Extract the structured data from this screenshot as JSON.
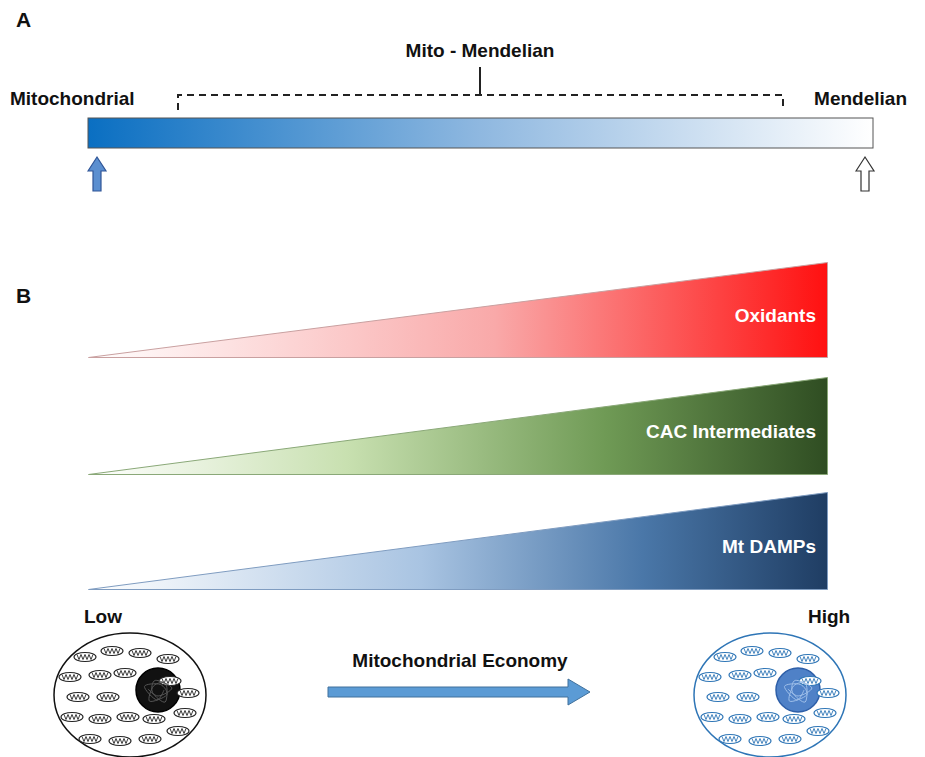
{
  "diagram": {
    "nodes": [
      {
        "text": [
          "Oxidants"
        ]
      },
      {
        "text": [
          "CAC Intermediates"
        ]
      },
      {
        "text": [
          "Mt DAMPs"
        ]
      }
    ],
    "labels": [
      "A",
      "Mito - Mendelian",
      "Mitochondrial",
      "Mendelian",
      "B",
      "Low",
      "High",
      "Mitochondrial Economy"
    ]
  }
}
